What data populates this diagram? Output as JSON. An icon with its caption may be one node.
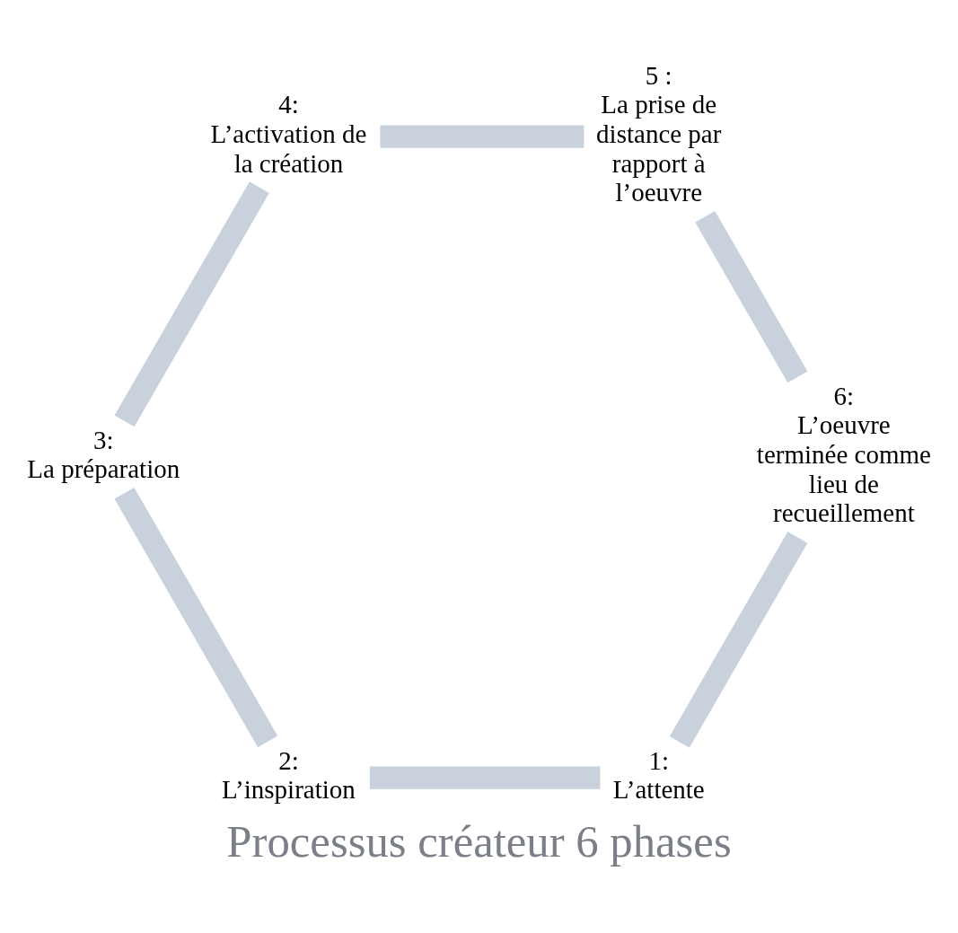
{
  "diagram": {
    "title": "Processus créateur 6 phases",
    "nodes": [
      {
        "text": [
          "1:",
          "L’attente"
        ]
      },
      {
        "text": [
          "2:",
          "L’inspiration"
        ]
      },
      {
        "text": [
          "3:",
          "La préparation"
        ]
      },
      {
        "text": [
          "4:",
          "L’activation de la création"
        ]
      },
      {
        "text": [
          "5 :",
          "La prise de distance par rapport à l’oeuvre"
        ]
      },
      {
        "text": [
          "6:",
          "L’oeuvre terminée comme lieu de recueillement"
        ]
      }
    ],
    "edges": [
      {
        "from": 0,
        "to": 1,
        "arrow": "none"
      },
      {
        "from": 1,
        "to": 2,
        "arrow": "none"
      },
      {
        "from": 2,
        "to": 3,
        "arrow": "none"
      },
      {
        "from": 3,
        "to": 4,
        "arrow": "none"
      },
      {
        "from": 4,
        "to": 5,
        "arrow": "none"
      },
      {
        "from": 5,
        "to": 0,
        "arrow": "none"
      }
    ]
  }
}
